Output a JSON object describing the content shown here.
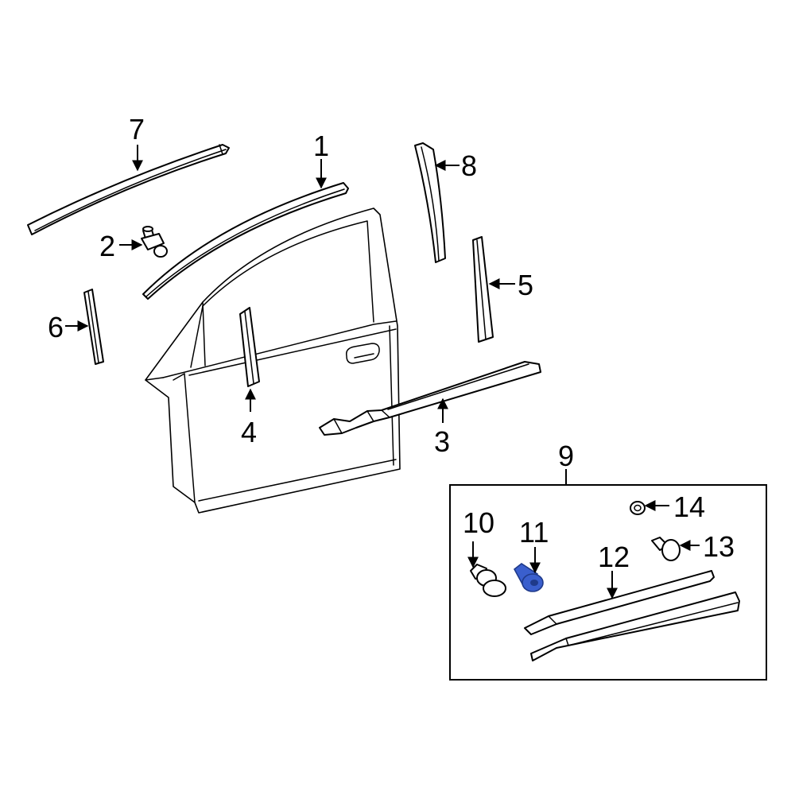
{
  "callouts": {
    "c1": "1",
    "c2": "2",
    "c3": "3",
    "c4": "4",
    "c5": "5",
    "c6": "6",
    "c7": "7",
    "c8": "8",
    "c9": "9",
    "c10": "10",
    "c11": "11",
    "c12": "12",
    "c13": "13",
    "c14": "14"
  },
  "colors": {
    "highlight": "#3a5fcd",
    "highlight_dark": "#1f3a8a",
    "line": "#000000",
    "background": "#ffffff"
  }
}
